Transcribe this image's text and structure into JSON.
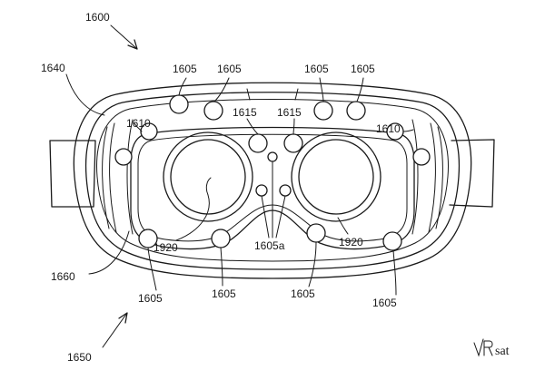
{
  "figure": {
    "ref_device": "1600",
    "ref_strap": "1640",
    "ref_view": "1650",
    "ref_housing": "1660",
    "ref_sensor": "1605",
    "ref_sensor_nose": "1605a",
    "ref_edge_sensor": "1610",
    "ref_brow_sensor": "1615",
    "ref_lens_area": "1920"
  },
  "watermark": {
    "mark": "VR",
    "text": "sat"
  },
  "colors": {
    "line": "#1a1a1a",
    "background": "#ffffff"
  }
}
